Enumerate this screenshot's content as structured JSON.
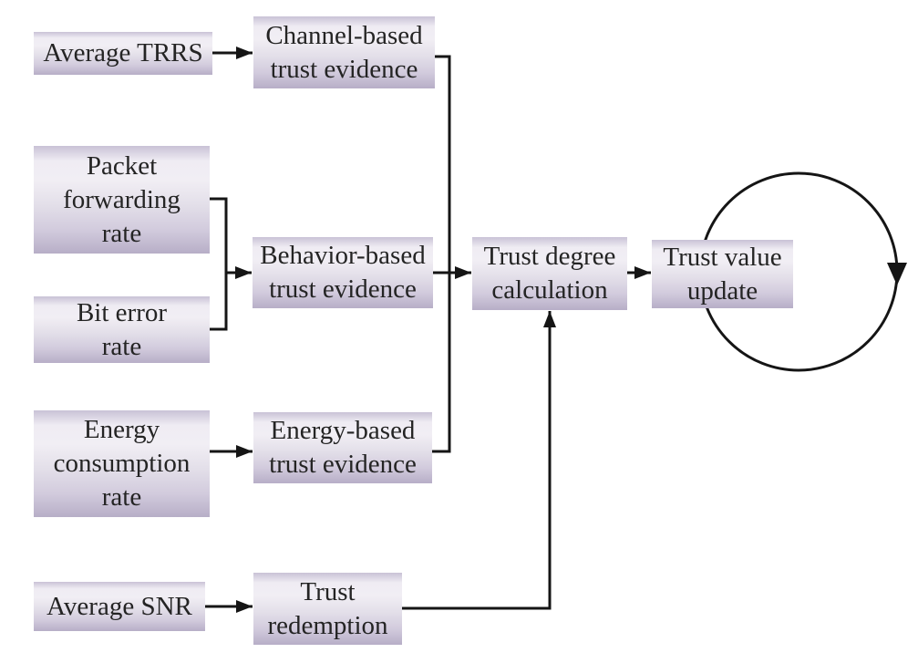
{
  "diagram": {
    "title": "Trust evaluation flow diagram",
    "colors": {
      "background": "#ffffff",
      "line": "#151515",
      "text": "#242424",
      "box_gradient_top": "#c9c2d6",
      "box_gradient_light": "#f1eef4",
      "box_gradient_bottom": "#b7aec7"
    },
    "nodes": {
      "avg_trrs": {
        "label": "Average TRRS"
      },
      "channel_evidence": {
        "label": "Channel-based\ntrust evidence"
      },
      "packet_forwarding": {
        "label": "Packet\nforwarding\nrate"
      },
      "bit_error": {
        "label": "Bit error\nrate"
      },
      "behavior_evidence": {
        "label": "Behavior-based\ntrust evidence"
      },
      "energy_consumption": {
        "label": "Energy\nconsumption\nrate"
      },
      "energy_evidence": {
        "label": "Energy-based\ntrust evidence"
      },
      "avg_snr": {
        "label": "Average SNR"
      },
      "trust_redemption": {
        "label": "Trust\nredemption"
      },
      "trust_degree": {
        "label": "Trust degree\ncalculation"
      },
      "trust_value": {
        "label": "Trust value\nupdate"
      }
    },
    "edges": [
      {
        "from": "Average TRRS",
        "to": "Channel-based trust evidence"
      },
      {
        "from": "Packet forwarding rate",
        "to": "Behavior-based trust evidence"
      },
      {
        "from": "Bit error rate",
        "to": "Behavior-based trust evidence"
      },
      {
        "from": "Energy consumption rate",
        "to": "Energy-based trust evidence"
      },
      {
        "from": "Average SNR",
        "to": "Trust redemption"
      },
      {
        "from": "Channel-based trust evidence",
        "to": "Trust degree calculation"
      },
      {
        "from": "Behavior-based trust evidence",
        "to": "Trust degree calculation"
      },
      {
        "from": "Energy-based trust evidence",
        "to": "Trust degree calculation"
      },
      {
        "from": "Trust redemption",
        "to": "Trust degree calculation"
      },
      {
        "from": "Trust degree calculation",
        "to": "Trust value update"
      },
      {
        "from": "Trust value update",
        "to": "Trust value update",
        "type": "feedback-loop"
      }
    ]
  }
}
